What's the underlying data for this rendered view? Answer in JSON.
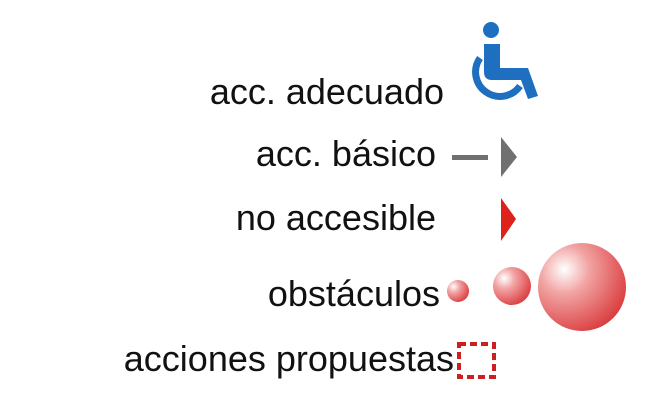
{
  "legend": {
    "items": [
      {
        "label": "acc. adecuado",
        "icon": "wheelchair-icon",
        "color": "#1e6fc0"
      },
      {
        "label": "acc. básico",
        "icon": "gray-arrow-icon",
        "color": "#707070"
      },
      {
        "label": "no accesible",
        "icon": "red-triangle-icon",
        "color": "#e0201a"
      },
      {
        "label": "obstáculos",
        "icon": "red-circles-icon",
        "color": "#d9383a"
      },
      {
        "label": "acciones propuestas",
        "icon": "dashed-square-icon",
        "color": "#cc1f1f"
      }
    ]
  }
}
